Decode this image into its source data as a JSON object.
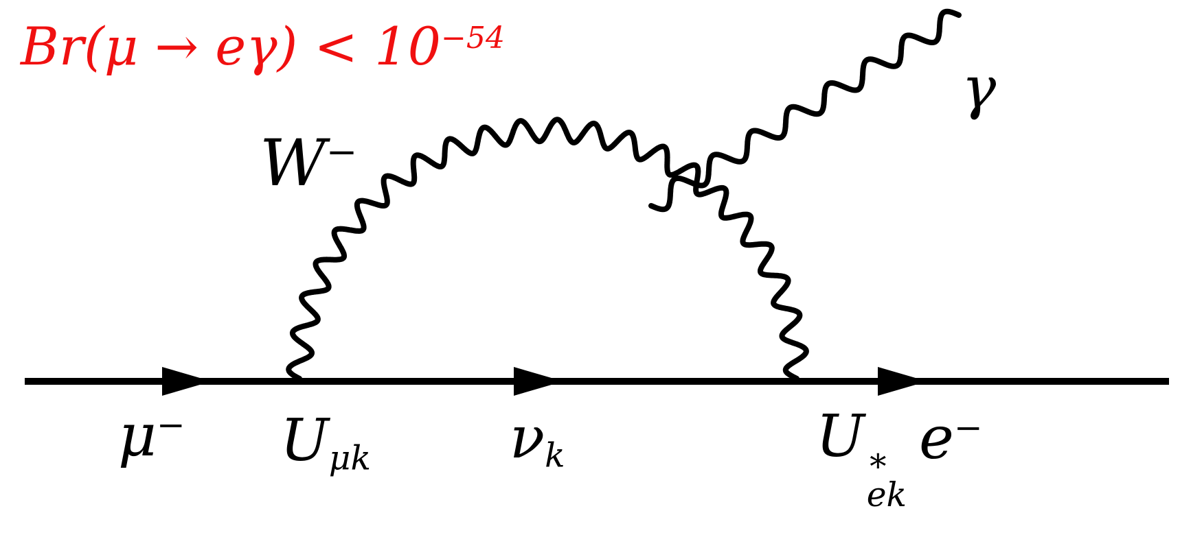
{
  "formula": {
    "base": "Br(μ → eγ) < 10",
    "exponent": "−54",
    "color": "#f01010"
  },
  "diagram": {
    "background": "#ffffff",
    "line_color": "#000000",
    "labels": {
      "incoming_particle": {
        "base": "μ",
        "sup": "−"
      },
      "w_boson": {
        "base": "W",
        "sup": "−"
      },
      "photon": {
        "base": "γ"
      },
      "left_vertex": {
        "base": "U",
        "sub": "μk"
      },
      "internal_propagator": {
        "base": "ν",
        "sub": "k"
      },
      "right_vertex": {
        "base": "U",
        "sup": "∗",
        "sub": "ek"
      },
      "outgoing_particle": {
        "base": "e",
        "sup": "−"
      }
    }
  }
}
